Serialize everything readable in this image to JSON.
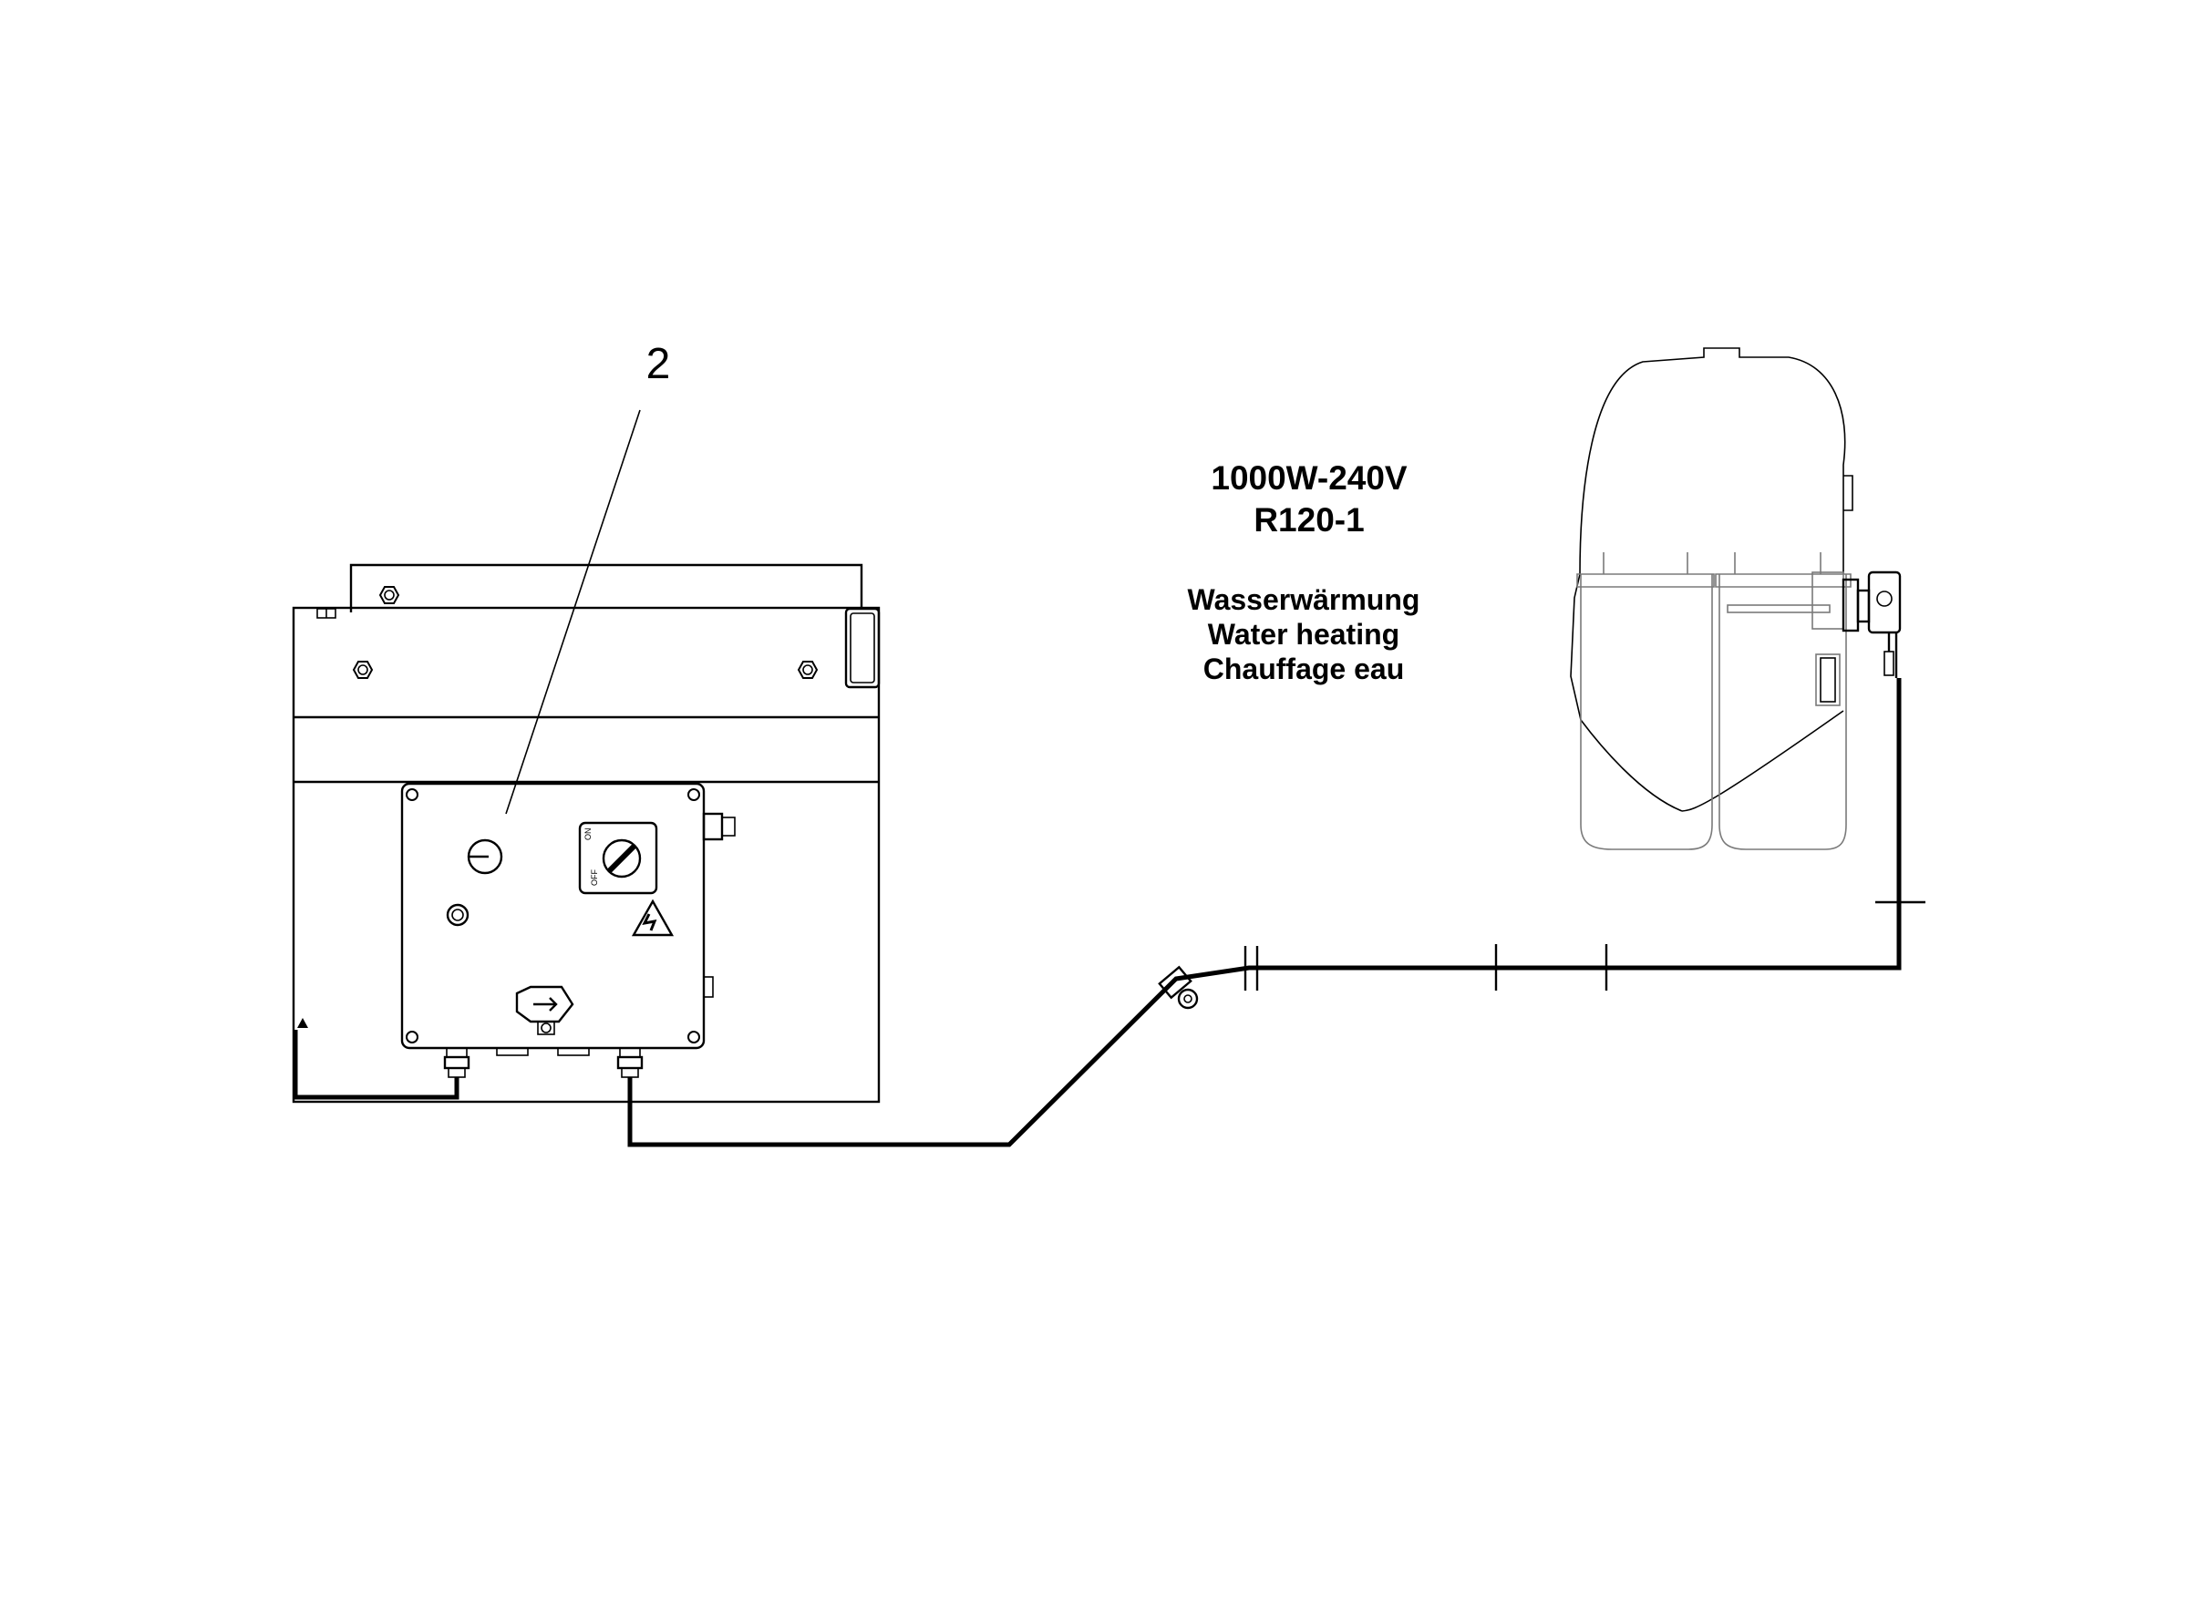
{
  "callout": {
    "number": "2"
  },
  "spec": {
    "power": "1000W-240V",
    "model": "R120-1"
  },
  "function": {
    "de": "Wasserwärmung",
    "en": "Water heating",
    "fr": "Chauffage eau"
  },
  "switch": {
    "on_label": "ON",
    "off_label": "OFF"
  },
  "colors": {
    "line": "#000000",
    "hidden_line": "#7a7a7a",
    "background": "#ffffff"
  }
}
